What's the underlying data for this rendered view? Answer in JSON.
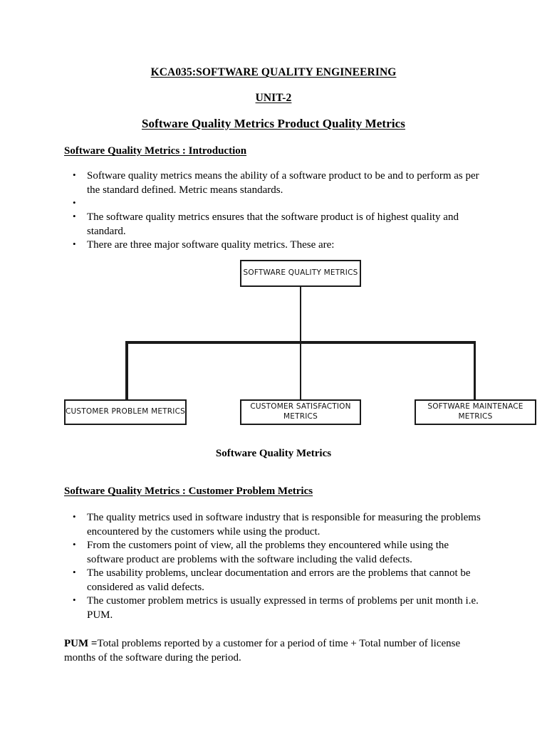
{
  "document": {
    "title_main": "KCA035:SOFTWARE QUALITY ENGINEERING",
    "title_unit": "UNIT-2",
    "title_topic": "Software Quality Metrics Product Quality Metrics"
  },
  "sections": {
    "introduction": {
      "heading": "Software Quality Metrics : Introduction",
      "bullets": [
        "Software quality metrics means the ability of a software product to be and to perform as per the standard defined. Metric means standards.",
        "",
        "The software quality metrics ensures that the software product is of highest quality and standard.",
        "There are three major software quality metrics. These are:"
      ]
    },
    "customer_problem_metrics": {
      "heading": "Software Quality Metrics : Customer Problem Metrics",
      "bullets": [
        "The quality metrics used in software industry that is responsible for measuring the problems encountered by the customers while using the product.",
        "From the customers point of view, all the problems they encountered while using the software product are problems with the software including the valid defects.",
        "The usability problems, unclear documentation and errors are the problems that cannot be considered as valid defects.",
        "The customer problem metrics is usually expressed in terms of problems per unit month i.e. PUM."
      ]
    }
  },
  "diagram": {
    "caption": "Software Quality Metrics",
    "root": "SOFTWARE QUALITY METRICS",
    "children": [
      "CUSTOMER PROBLEM METRICS",
      "CUSTOMER SATISFACTION METRICS",
      "SOFTWARE MAINTENACE METRICS"
    ],
    "border_color": "#1a1a1a"
  },
  "formula": {
    "label": "PUM =",
    "body": "Total problems reported by a customer for a period of time + Total number of license months of the software during the period."
  }
}
